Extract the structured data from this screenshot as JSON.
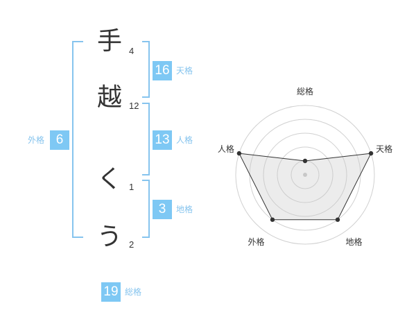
{
  "name": {
    "chars": [
      {
        "char": "手",
        "strokes": "4"
      },
      {
        "char": "越",
        "strokes": "12"
      },
      {
        "char": "く",
        "strokes": "1"
      },
      {
        "char": "う",
        "strokes": "2"
      }
    ]
  },
  "kakusu": {
    "gaikaku": {
      "value": "6",
      "label": "外格"
    },
    "tenkaku": {
      "value": "16",
      "label": "天格"
    },
    "jinkaku": {
      "value": "13",
      "label": "人格"
    },
    "chikaku": {
      "value": "3",
      "label": "地格"
    },
    "soukaku": {
      "value": "19",
      "label": "総格"
    }
  },
  "colors": {
    "accent": "#7ec8f4",
    "text": "#333333"
  },
  "chart_data": {
    "type": "radar",
    "axes": [
      "総格",
      "天格",
      "地格",
      "外格",
      "人格"
    ],
    "rings": 5,
    "values": [
      1,
      5,
      4,
      4,
      5
    ],
    "max": 5
  }
}
